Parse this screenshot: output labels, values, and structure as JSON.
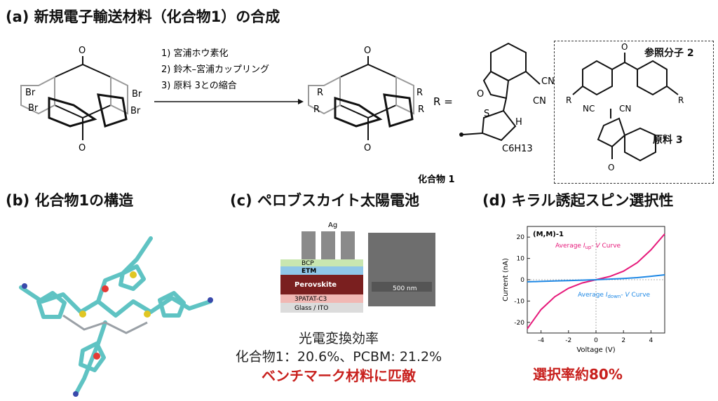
{
  "titles": {
    "a": "(a) 新規電子輸送材料（化合物1）の合成",
    "b": "(b) 化合物1の構造",
    "c": "(c) ペロブスカイト太陽電池",
    "d": "(d) キラル誘起スピン選択性"
  },
  "synthesis": {
    "steps": [
      "1) 宮浦ホウ素化",
      "2) 鈴木–宮浦カップリング",
      "3) 原料 3との縮合"
    ],
    "r_equals": "R =",
    "compound_label": "化合物 1",
    "ref_compound_label": "参照分子 2",
    "raw_material_label": "原料 3",
    "atoms": {
      "br": "Br",
      "o": "O",
      "r": "R",
      "cn": "CN",
      "nc": "NC",
      "s": "S",
      "h": "H",
      "c6h13": "C6H13"
    }
  },
  "device": {
    "layers": [
      "Ag",
      "BCP",
      "ETM",
      "Perovskite",
      "3PATAT-C3",
      "Glass / ITO"
    ],
    "scale_bar": "500 nm",
    "efficiency_heading": "光電変換効率",
    "efficiency_values": "化合物1：20.6%、PCBM: 21.2%",
    "highlight": "ベンチマーク材料に匹敵",
    "colors": {
      "perovskite": "#7a1f1f",
      "etm": "#8fc6e8",
      "bcp": "#c9e6b0",
      "hole": "#f1b8b4",
      "glass": "#dcdcdc",
      "ag": "#8a8a8a"
    }
  },
  "chart_data": {
    "type": "line",
    "title": "(M,M)-1",
    "xlabel": "Voltage (V)",
    "ylabel": "Current (nA)",
    "xlim": [
      -5,
      5
    ],
    "ylim": [
      -25,
      25
    ],
    "xticks": [
      -4,
      -2,
      0,
      2,
      4
    ],
    "yticks": [
      -20,
      -10,
      0,
      10,
      20
    ],
    "series": [
      {
        "name": "Average I_up- V Curve",
        "color": "#e6197a",
        "x": [
          -5,
          -4,
          -3,
          -2,
          -1,
          0,
          1,
          2,
          3,
          4,
          5
        ],
        "y": [
          -23,
          -14,
          -8,
          -4,
          -1.5,
          0,
          1.5,
          4,
          8,
          14,
          21.5
        ]
      },
      {
        "name": "Average I_down- V Curve",
        "color": "#1e88e5",
        "x": [
          -5,
          -4,
          -3,
          -2,
          -1,
          0,
          1,
          2,
          3,
          4,
          5
        ],
        "y": [
          -1,
          -0.8,
          -0.6,
          -0.4,
          -0.2,
          0,
          0.3,
          0.6,
          1,
          1.6,
          2.3
        ]
      }
    ],
    "legend": [
      {
        "main": "Average ",
        "italic": "I",
        "sub": "up",
        "rest": "- ",
        "italic2": "V",
        "end": " Curve"
      },
      {
        "main": "Average ",
        "italic": "I",
        "sub": "down",
        "rest": "- ",
        "italic2": "V",
        "end": " Curve"
      }
    ],
    "grid": false,
    "highlight": "選択率約80%"
  }
}
